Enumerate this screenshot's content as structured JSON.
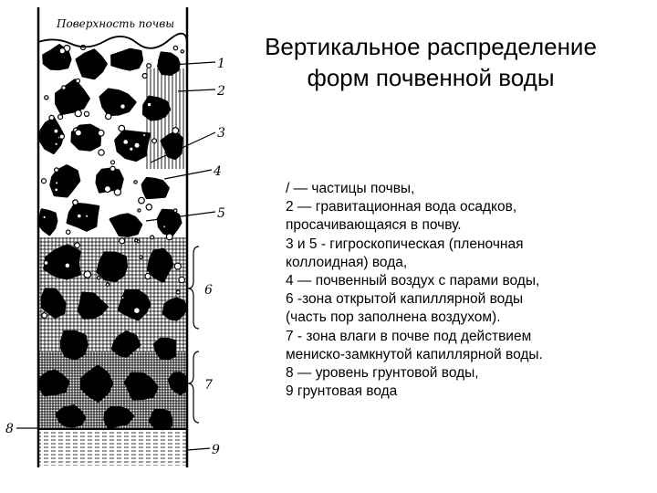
{
  "title": {
    "line1": "Вертикальное распределение",
    "line2": "форм почвенной воды"
  },
  "diagram": {
    "surface_label": "Поверхность почвы",
    "marks": [
      "1",
      "2",
      "3",
      "4",
      "5",
      "6",
      "7",
      "8",
      "9"
    ]
  },
  "legend": [
    "/ — частицы почвы,",
    "2 — гравитационная вода осадков,",
    "просачивающаяся в почву.",
    "3 и 5 - гигроскопическая (пленочная",
    "коллоидная) вода,",
    "4 — почвенный воздух с парами воды,",
    "6 -зона открытой капиллярной воды",
    "(часть пор заполнена воздухом).",
    "7 - зона влаги в почве под действием",
    "мениско-замкнутой капиллярной воды.",
    "8 — уровень грунтовой воды,",
    "9 грунтовая вода"
  ]
}
